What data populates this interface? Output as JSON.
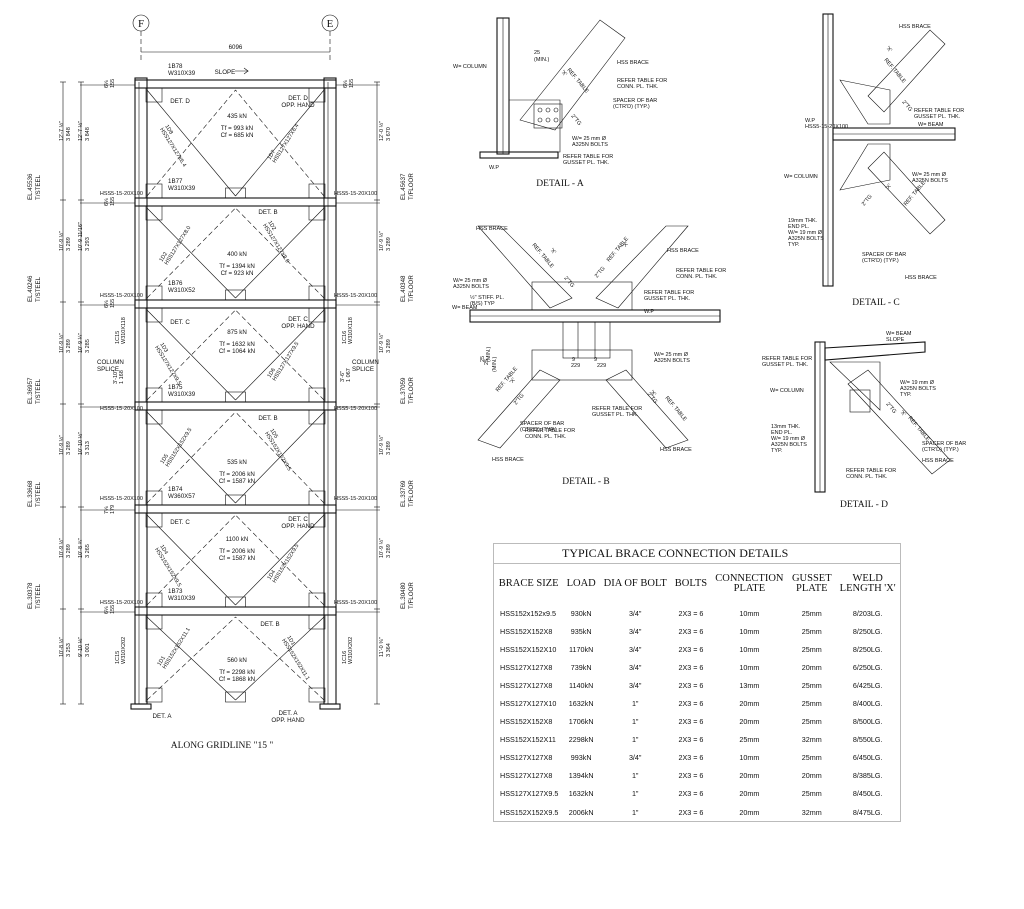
{
  "elevation": {
    "title": "ALONG GRIDLINE \"15  \"",
    "grid_left": "F",
    "grid_right": "E",
    "bay_width": "6096",
    "slope": "SLOPE",
    "beams": [
      "1B78\nW310X39",
      "1B77\nW310X39",
      "1B76\nW310X52",
      "1B75\nW310X39",
      "1B74\nW360X57",
      "1B73\nW310X39"
    ],
    "loads": [
      "435 kN",
      "Tf = 993 kN",
      "Cf = 685 kN",
      "400 kN",
      "Tf = 1394 kN",
      "Cf = 923 kN",
      "875 kN",
      "Tf = 1632 kN",
      "Cf = 1064 kN",
      "535 kN",
      "Tf = 2006 kN",
      "Cf = 1587 kN",
      "1100 kN",
      "Tf = 2006 kN",
      "Cf = 1587 kN",
      "560 kN",
      "Tf = 2298 kN",
      "Cf = 1868 kN"
    ],
    "braces": [
      "1D8\nHSS127X127X6.4",
      "1D7\nHSS127X127X6.4",
      "1D2\nHSS127X127X8.0",
      "1D2\nHSS127X127X8.0",
      "1D3\nHSS127X127X9.5",
      "1D6\nHSS127X127X9.5",
      "1D5\nHSS152X152X9.5",
      "1D5\nHSS152X152X9.5",
      "1D4\nHSS152X152X9.5",
      "1D4\nHSS152X152X9.5",
      "1D1\nHSS152X152X11.1",
      "1D1\nHSS152X152X11.1"
    ],
    "details": [
      "DET. D",
      "DET. D\nOPP. HAND",
      "DET. B",
      "DET. C",
      "DET. C\nOPP. HAND",
      "DET. B",
      "DET. C",
      "DET. C\nOPP. HAND",
      "DET. B",
      "DET. A",
      "DET. A\nOPP. HAND"
    ],
    "columns": [
      "1C15\nW310X118",
      "1C16\nW310X118",
      "1C15\nW310X202",
      "1C16\nW310X202"
    ],
    "splice": "COLUMN\nSPLICE",
    "levels_left": [
      "EL.45536\nT/STEEL",
      "EL.40246\nT/STEEL",
      "EL.36957\nT/STEEL",
      "EL.33668\nT/STEEL",
      "EL.30378\nT/STEEL"
    ],
    "levels_right": [
      "EL.45637\nT/FLOOR",
      "EL.40348\nT/FLOOR",
      "EL.37059\nT/FLOOR",
      "EL.33769\nT/FLOOR",
      "EL.30480\nT/FLOOR"
    ],
    "dims_left": [
      "12'-7 ½\"\n3 848",
      "10'-9 ½\"\n3 289",
      "10'-9 ½\"\n3 289",
      "10'-9 ½\"\n3 289",
      "10'-9 ½\"\n3 289",
      "10'-8 ½\"\n3 253"
    ],
    "dims_left2": [
      "12'-7 ½\"\n3 848",
      "10'-9 11/16\"\n3 293",
      "10'-9 ¼\"\n3 285",
      "10'-10 ½\"\n3 313",
      "10'-8 ¾\"\n3 265",
      "9'-10 ⅛\"\n3 001"
    ],
    "dims_right": [
      "12'-0 ½\"\n3 670",
      "10'-9 ½\"\n3 289",
      "10'-9 ½\"\n3 289",
      "10'-9 ½\"\n3 289",
      "10'-9 ½\"\n3 289",
      "11'-0 ⅜\"\n3 364"
    ],
    "small_dims": [
      "6⅛\n155",
      "6⅛\n155",
      "6⅛\n155",
      "7⅛\n179",
      "6⅛\n155",
      "6⅛\n155"
    ],
    "gussets": [
      "HSS5-15-20X100",
      "HSS5-15-20X100",
      "HSS5-15-20X100",
      "HSS5-15-20X100",
      "HSS5-15-20X100"
    ],
    "splice_dims": [
      "3'-10\"\n1 168",
      "3'-6\"\n1 067"
    ]
  },
  "detail_a": {
    "title": "DETAIL - A",
    "labels": [
      "W= COLUMN",
      "25\n(MIN.)",
      "'X'",
      "REF. TABLE",
      "HSS BRACE",
      "REFER TABLE FOR\nCONN. PL. THK.",
      "SPACER OF BAR\n(CTR'D) (TYP.)",
      "2\"TG",
      "W/= 25 mm Ø\nA325N BOLTS",
      "REFER TABLE FOR\nGUSSET PL. THK.",
      "W.P"
    ]
  },
  "detail_b": {
    "title": "DETAIL - B",
    "labels": [
      "HSS BRACE",
      "HSS BRACE",
      "REF. TABLE",
      "REF. TABLE",
      "'X'",
      "'X'",
      "2\"TG",
      "2\"TG",
      "REFER TABLE FOR\nCONN. PL. THK.",
      "REFER TABLE FOR\nGUSSET PL. THK.",
      "W/= 25 mm Ø\nA325N BOLTS",
      "½\" STIFF. PL.\n(B/S) TYP",
      "W= BEAM",
      "W.P",
      "25\n(MIN.)",
      "9",
      "9",
      "229",
      "229",
      "W/= 25 mm Ø\nA325N BOLTS",
      "'X'",
      "'X'",
      "REF. TABLE",
      "REF. TABLE",
      "2\"TG",
      "2\"TG",
      "REFER TABLE FOR\nCONN. PL. THK.",
      "SPACER OF BAR\n(CTR'D) (TYP.)",
      "REFER TABLE FOR\nGUSSET PL. THK.",
      "HSS BRACE",
      "HSS BRACE",
      "(MIN.)",
      "25"
    ]
  },
  "detail_c": {
    "title": "DETAIL - C",
    "labels": [
      "HSS BRACE",
      "REF. TABLE",
      "'X'",
      "2\"TG",
      "REFER TABLE FOR\nGUSSET PL. THK.",
      "W.P\nHSS5-15-20X100",
      "W= BEAM",
      "W= COLUMN",
      "W/= 25 mm Ø\nA325N BOLTS",
      "2\"TG",
      "'X'",
      "REF. TABLE",
      "19mm THK.\nEND PL.\nW/= 19 mm Ø\nA325N BOLTS\nTYP.",
      "SPACER OF BAR\n(CTR'D) (TYP.)",
      "HSS BRACE"
    ]
  },
  "detail_d": {
    "title": "DETAIL - D",
    "labels": [
      "W= BEAM\nSLOPE",
      "REFER TABLE FOR\nGUSSET PL. THK.",
      "W= COLUMN",
      "W/= 19 mm Ø\nA325N BOLTS\nTYP.",
      "2\"TG",
      "'X'",
      "REF. TABLE",
      "13mm THK.\nEND PL.\nW/= 19 mm Ø\nA325N BOLTS\nTYP.",
      "SPACER OF BAR\n(CTR'D) (TYP.)",
      "HSS BRACE",
      "REFER TABLE FOR\nCONN. PL. THK."
    ]
  },
  "table": {
    "title": "TYPICAL BRACE CONNECTION DETAILS",
    "headers": [
      "BRACE SIZE",
      "LOAD",
      "DIA OF BOLT",
      "BOLTS",
      "CONNECTION\nPLATE",
      "GUSSET\nPLATE",
      "WELD\nLENGTH 'X'"
    ],
    "rows": [
      [
        "HSS152x152x9.5",
        "930kN",
        "3/4\"",
        "2X3 = 6",
        "10mm",
        "25mm",
        "8/203LG."
      ],
      [
        "HSS152X152X8",
        "935kN",
        "3/4\"",
        "2X3 = 6",
        "10mm",
        "25mm",
        "8/250LG."
      ],
      [
        "HSS152X152X10",
        "1170kN",
        "3/4\"",
        "2X3 = 6",
        "10mm",
        "25mm",
        "8/250LG."
      ],
      [
        "HSS127X127X8",
        "739kN",
        "3/4\"",
        "2X3 = 6",
        "10mm",
        "20mm",
        "6/250LG."
      ],
      [
        "HSS127X127X8",
        "1140kN",
        "3/4\"",
        "2X3 = 6",
        "13mm",
        "25mm",
        "6/425LG."
      ],
      [
        "HSS127X127X10",
        "1632kN",
        "1\"",
        "2X3 = 6",
        "20mm",
        "25mm",
        "8/400LG."
      ],
      [
        "HSS152X152X8",
        "1706kN",
        "1\"",
        "2X3 = 6",
        "20mm",
        "25mm",
        "8/500LG."
      ],
      [
        "HSS152X152X11",
        "2298kN",
        "1\"",
        "2X3 = 6",
        "25mm",
        "32mm",
        "8/550LG."
      ],
      [
        "HSS127X127X8",
        "993kN",
        "3/4\"",
        "2X3 = 6",
        "10mm",
        "25mm",
        "6/450LG."
      ],
      [
        "HSS127X127X8",
        "1394kN",
        "1\"",
        "2X3 = 6",
        "20mm",
        "20mm",
        "8/385LG."
      ],
      [
        "HSS127X127X9.5",
        "1632kN",
        "1\"",
        "2X3 = 6",
        "20mm",
        "25mm",
        "8/450LG."
      ],
      [
        "HSS152X152X9.5",
        "2006kN",
        "1\"",
        "2X3 = 6",
        "20mm",
        "32mm",
        "8/475LG."
      ]
    ]
  }
}
